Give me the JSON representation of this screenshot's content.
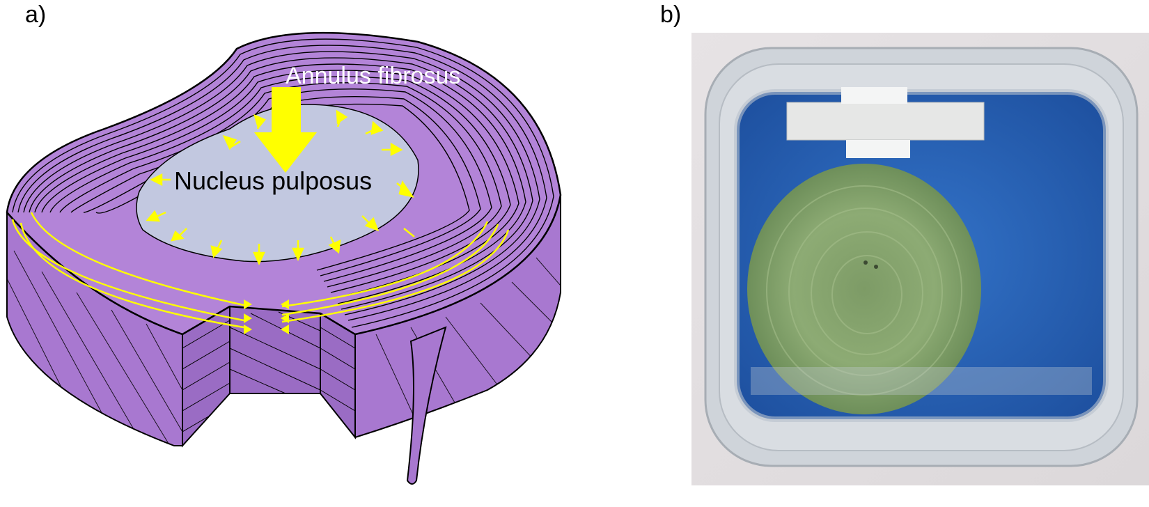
{
  "figure": {
    "panel_a_label": "a)",
    "panel_b_label": "b)"
  },
  "diagram": {
    "annulus_label": "Annulus fibrosus",
    "nucleus_label": "Nucleus pulposus",
    "colors": {
      "annulus": "#b384d8",
      "annulus_side": "#a878d0",
      "annulus_dark": "#9a6cc4",
      "nucleus": "#c2c8e0",
      "arrow": "#ffff00",
      "outline": "#000000",
      "label_on_annulus": "#ffffff",
      "label_on_nucleus": "#000000"
    }
  },
  "photo": {
    "colors": {
      "background": "#e4e0e2",
      "container": "#d7dbe0",
      "blue_foam": "#2a62b8",
      "tissue": "#8aa872",
      "paper_strip": "#e9eaea"
    }
  }
}
